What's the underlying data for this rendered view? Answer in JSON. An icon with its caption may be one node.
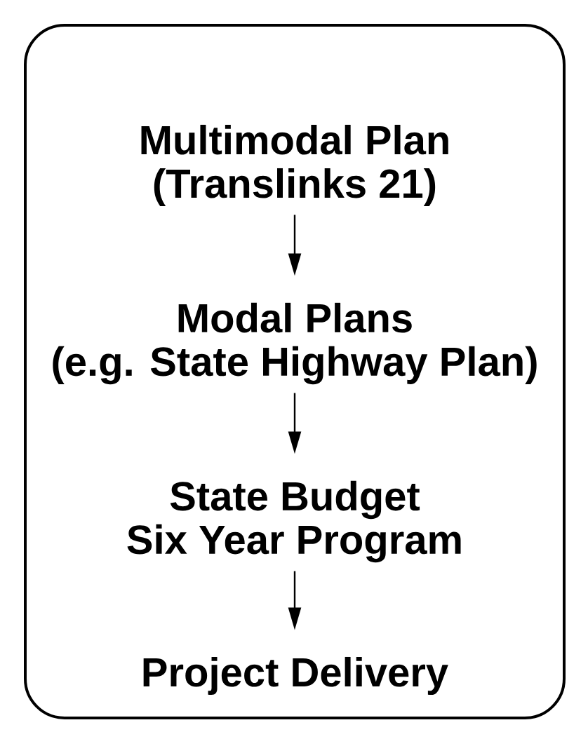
{
  "diagram": {
    "nodes": [
      {
        "text": [],
        "shape": "box"
      },
      {
        "text": [
          "Multimodal Plan",
          "(Translinks 21)"
        ],
        "in": 0
      },
      {
        "text": [
          "Modal Plans",
          "(e.g. State Highway Plan)"
        ],
        "in": 0
      },
      {
        "text": [
          "State Budget",
          "Six Year Program"
        ],
        "in": 0
      },
      {
        "text": [
          "Project Delivery"
        ],
        "in": 0
      }
    ],
    "edges": [
      {
        "from": 1,
        "to": 2,
        "arrow": "to"
      },
      {
        "from": 2,
        "to": 3,
        "arrow": "to"
      },
      {
        "from": 3,
        "to": 4,
        "arrow": "to"
      }
    ]
  }
}
